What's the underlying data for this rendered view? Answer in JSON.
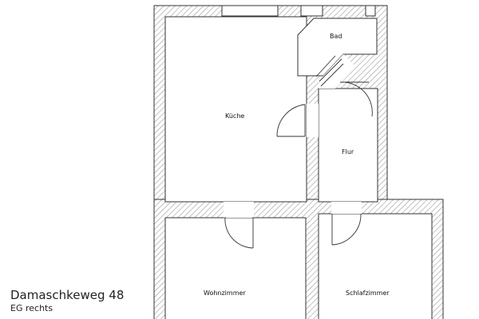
{
  "plan": {
    "rooms": [
      {
        "id": "bad",
        "label": "Bad"
      },
      {
        "id": "kueche",
        "label": "Küche"
      },
      {
        "id": "flur",
        "label": "Flur"
      },
      {
        "id": "wohnzimmer",
        "label": "Wohnzimmer"
      },
      {
        "id": "schlafzimmer",
        "label": "Schlafzimmer"
      }
    ],
    "colors": {
      "wall_fill": "#ffffff",
      "wall_line": "#333333",
      "hatch": "#9a9a9a",
      "door": "#333333"
    }
  },
  "address": {
    "street": "Damaschkeweg 48",
    "unit": "EG rechts"
  }
}
